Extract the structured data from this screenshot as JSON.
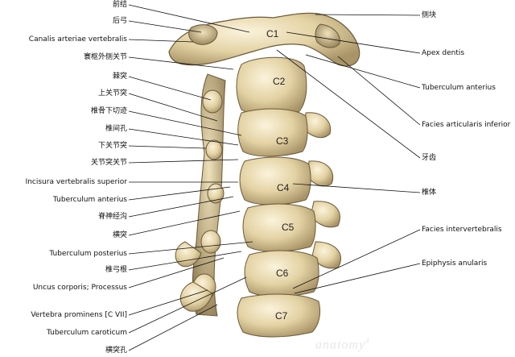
{
  "left_labels": [
    "前结",
    "后弓",
    "Canalis arteriae vertebralis",
    "寰枢外侧关节",
    "棘突",
    "上关节突",
    "椎骨下切迹",
    "椎间孔",
    "下关节突",
    "关节突关节",
    "Incisura vertebralis superior",
    "Tuberculum anterius",
    "脊神经沟",
    "横突",
    "Tuberculum posterius",
    "椎弓根",
    "Uncus corporis; Processus",
    "Vertebra prominens [C VII]",
    "Tuberculum caroticum",
    "横突孔"
  ],
  "right_labels": [
    "侧块",
    "Apex dentis",
    "Tuberculum anterius",
    "Facies articularis inferior",
    "牙齿",
    "椎体",
    "Facies intervertebralis",
    "Epiphysis anularis"
  ],
  "vertebra_labels": [
    "C1",
    "C2",
    "C3",
    "C4",
    "C5",
    "C6",
    "C7"
  ],
  "watermark": {
    "text": "anatomy",
    "sup": "4"
  }
}
